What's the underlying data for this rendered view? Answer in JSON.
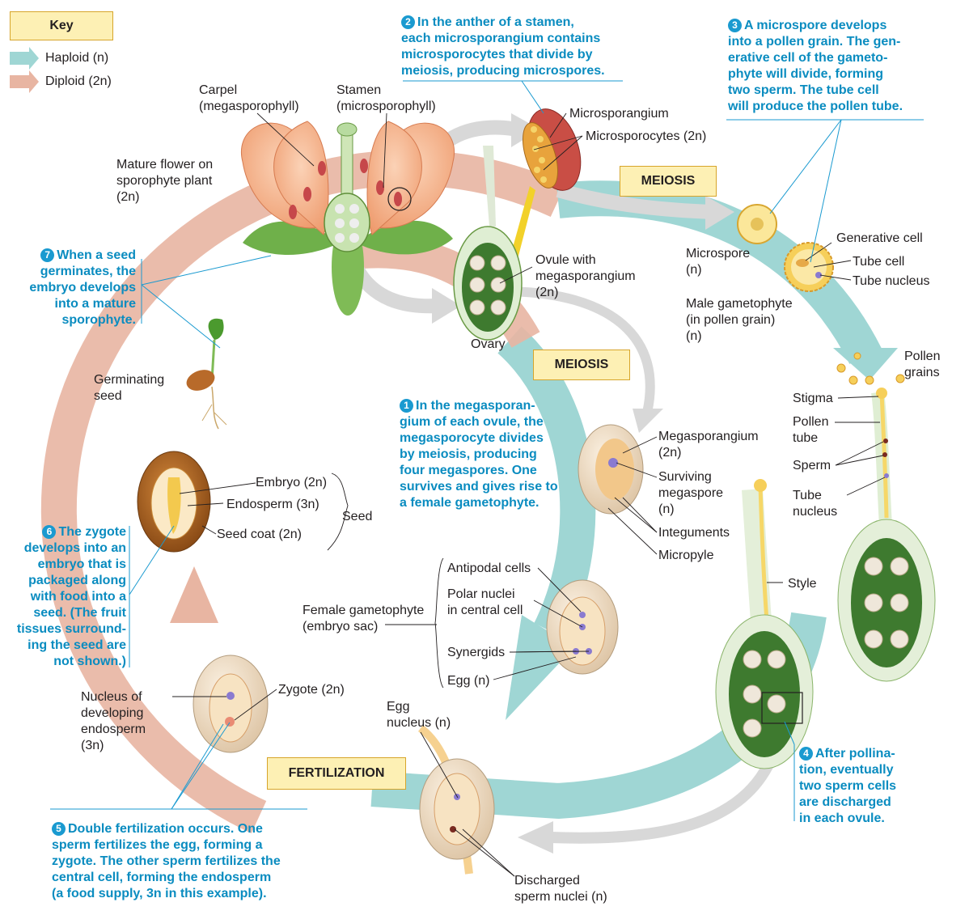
{
  "key": {
    "title": "Key",
    "haploid_label": "Haploid (n)",
    "diploid_label": "Diploid (2n)",
    "haploid_color": "#9fd6d4",
    "diploid_color": "#e8b5a2"
  },
  "stages": {
    "meiosis_male": "MEIOSIS",
    "meiosis_female": "MEIOSIS",
    "fertilization": "FERTILIZATION"
  },
  "steps": [
    {
      "number": "2",
      "text": "In the anther of a stamen,\neach microsporangium contains\nmicrosporocytes that divide by\nmeiosis, producing microspores."
    },
    {
      "number": "3",
      "text": "A microspore develops\ninto a pollen grain. The gen-\nerative cell of the gameto-\nphyte will divide, forming\ntwo sperm. The tube cell\nwill produce the pollen tube."
    },
    {
      "number": "7",
      "text": "When a seed\ngerminates, the\nembryo develops\ninto a mature\nsporophyte."
    },
    {
      "number": "1",
      "text": "In the megasporan-\ngium of each ovule, the\nmegasporocyte divides\nby meiosis, producing\nfour megaspores. One\nsurvives and gives rise to\na female gametophyte."
    },
    {
      "number": "6",
      "text": "The zygote\ndevelops into an\nembryo that is\npackaged along\nwith food into a\nseed. (The fruit\ntissues surround-\ning the seed are\nnot shown.)"
    },
    {
      "number": "4",
      "text": "After pollina-\ntion, eventually\ntwo sperm cells\nare discharged\nin each ovule."
    },
    {
      "number": "5",
      "text": "Double fertilization occurs. One\nsperm fertilizes the egg, forming a\nzygote. The other sperm fertilizes the\ncentral cell, forming the endosperm\n(a food supply, 3n in this example)."
    }
  ],
  "labels": {
    "carpel": "Carpel\n(megasporophyll)",
    "stamen": "Stamen\n(microsporophyll)",
    "mature_flower": "Mature flower on\nsporophyte plant\n(2n)",
    "microsporangium": "Microsporangium",
    "microsporocytes": "Microsporocytes (2n)",
    "microspore": "Microspore\n(n)",
    "generative_cell": "Generative cell",
    "tube_cell": "Tube cell",
    "tube_nucleus_top": "Tube nucleus",
    "male_gametophyte": "Male gametophyte\n(in pollen grain)\n(n)",
    "ovule": "Ovule with\nmegasporangium\n(2n)",
    "ovary": "Ovary",
    "pollen_grains": "Pollen\ngrains",
    "stigma": "Stigma",
    "pollen_tube": "Pollen\ntube",
    "sperm": "Sperm",
    "tube_nucleus": "Tube\nnucleus",
    "germinating_seed": "Germinating\nseed",
    "megasporangium": "Megasporangium\n(2n)",
    "surviving_megaspore": "Surviving\nmegaspore\n(n)",
    "integuments": "Integuments",
    "micropyle": "Micropyle",
    "embryo": "Embryo (2n)",
    "endosperm": "Endosperm (3n)",
    "seed_coat": "Seed coat (2n)",
    "seed": "Seed",
    "antipodal_cells": "Antipodal cells",
    "polar_nuclei": "Polar nuclei\nin central cell",
    "female_gametophyte": "Female gametophyte\n(embryo sac)",
    "synergids": "Synergids",
    "egg": "Egg (n)",
    "style": "Style",
    "nucleus_endosperm": "Nucleus of\ndeveloping\nendosperm\n(3n)",
    "zygote": "Zygote (2n)",
    "egg_nucleus": "Egg\nnucleus (n)",
    "discharged_sperm": "Discharged\nsperm nuclei (n)"
  }
}
